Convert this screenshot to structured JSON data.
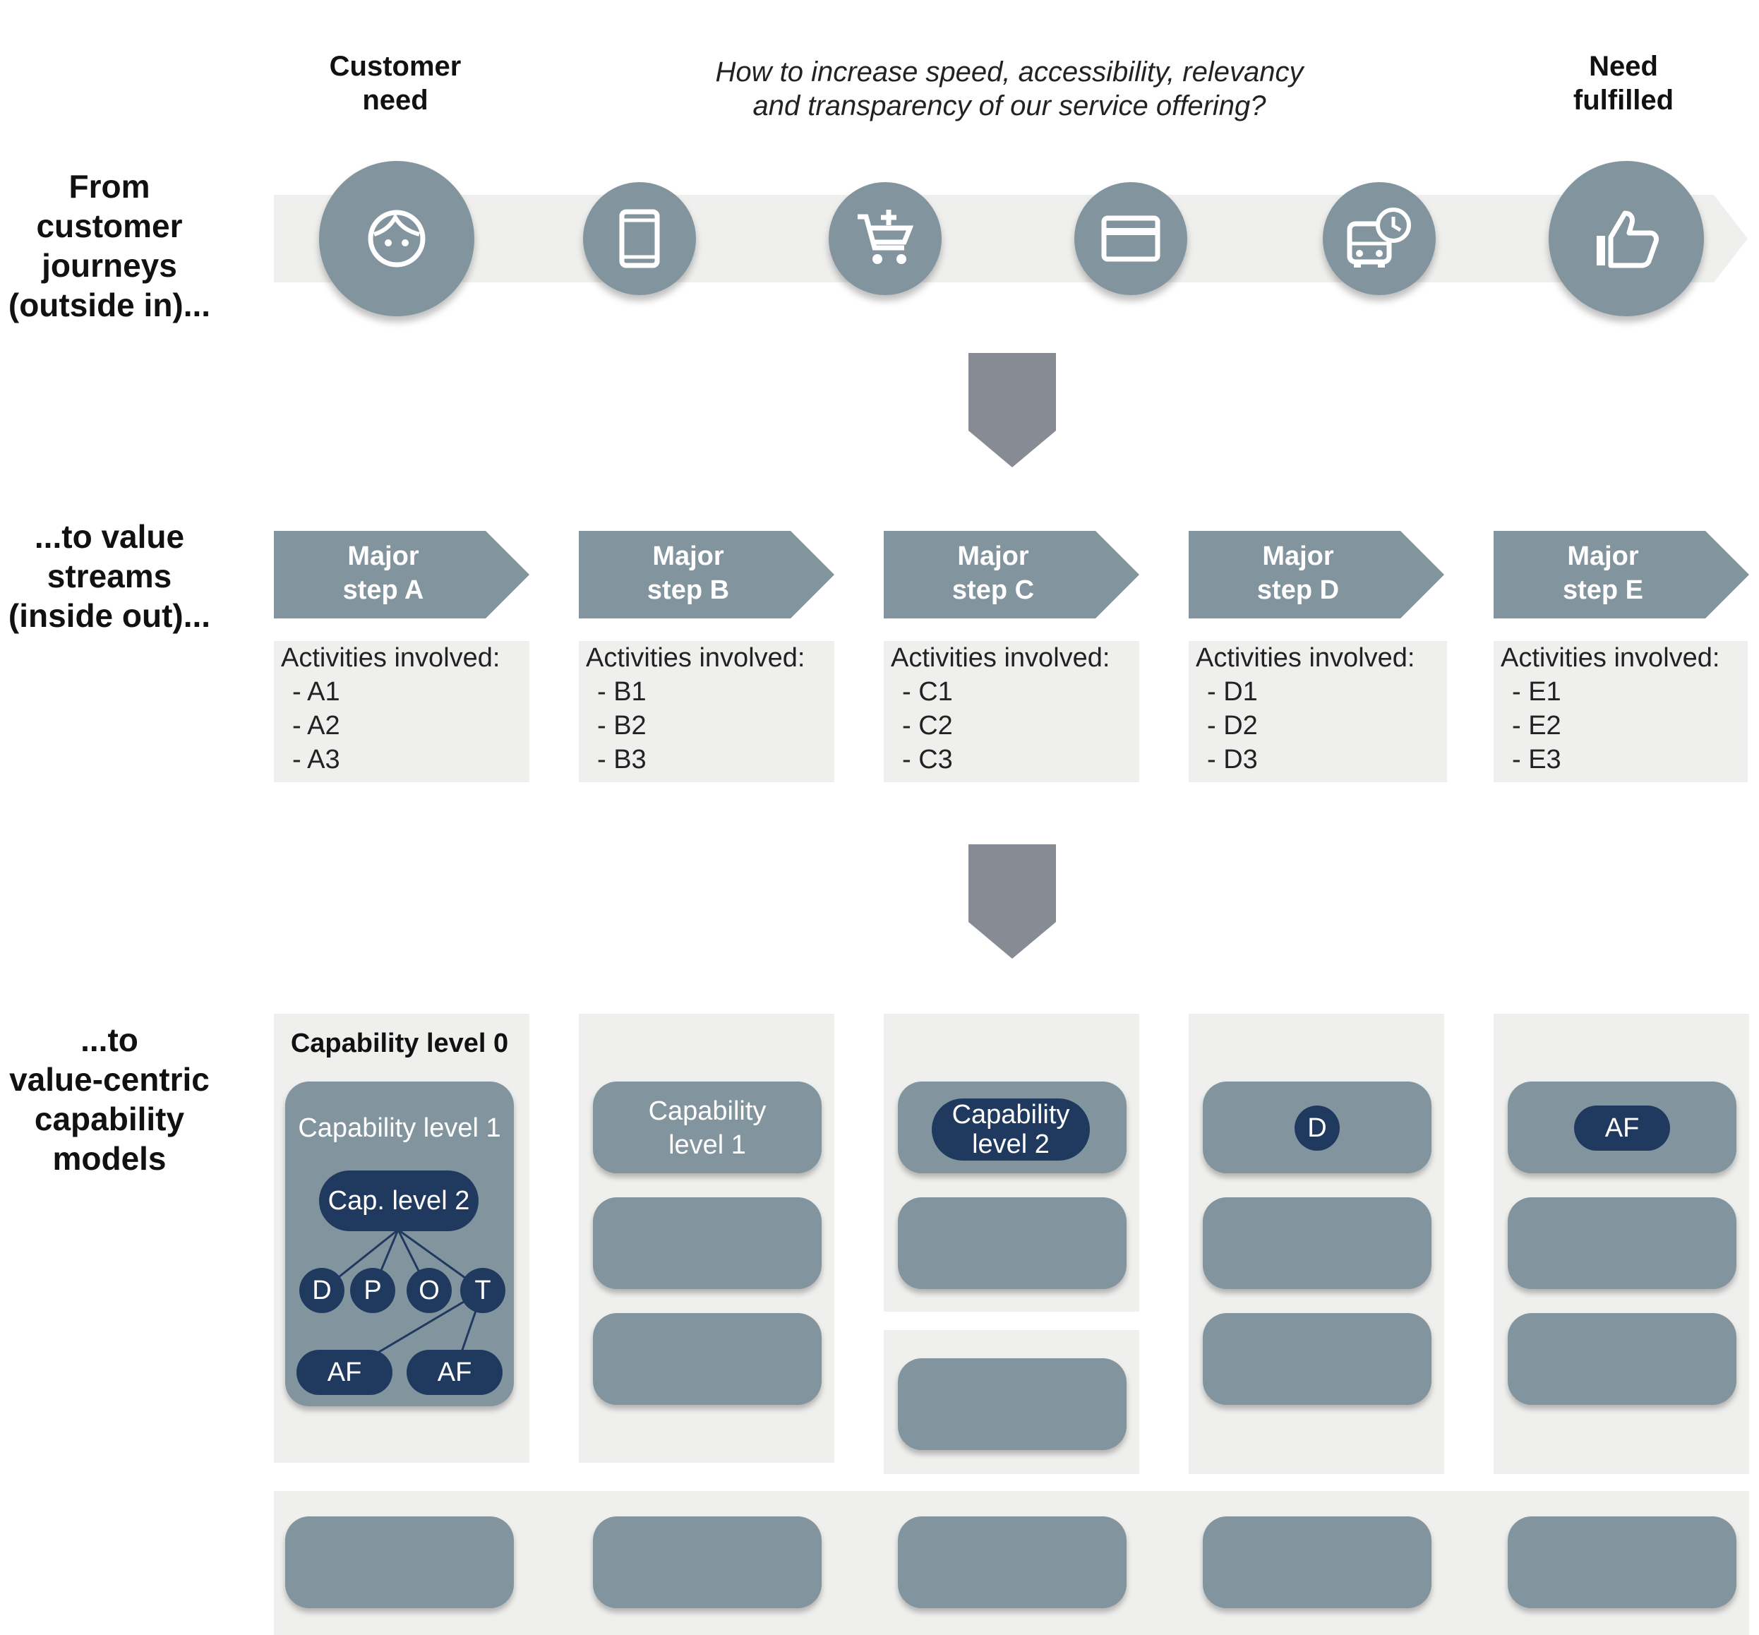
{
  "header": {
    "customer_need": "Customer\nneed",
    "question_line1": "How to increase speed, accessibility, relevancy",
    "question_line2": "and transparency of our service offering?",
    "need_fulfilled": "Need\nfulfilled"
  },
  "row_labels": {
    "journeys": "From\ncustomer\njourneys\n(outside in)...",
    "value_streams": "...to value\nstreams\n(inside out)...",
    "capability_models": "...to\nvalue-centric\ncapability\nmodels"
  },
  "journey_icons": [
    "face-icon",
    "smartphone-icon",
    "add-to-cart-icon",
    "credit-card-icon",
    "delivery-truck-clock-icon",
    "thumbs-up-icon"
  ],
  "steps": [
    {
      "line1": "Major",
      "line2": "step A",
      "activities_title": "Activities involved:",
      "items": [
        "- A1",
        "- A2",
        "- A3"
      ]
    },
    {
      "line1": "Major",
      "line2": "step B",
      "activities_title": "Activities involved:",
      "items": [
        "- B1",
        "- B2",
        "- B3"
      ]
    },
    {
      "line1": "Major",
      "line2": "step C",
      "activities_title": "Activities involved:",
      "items": [
        "- C1",
        "- C2",
        "- C3"
      ]
    },
    {
      "line1": "Major",
      "line2": "step D",
      "activities_title": "Activities involved:",
      "items": [
        "- D1",
        "- D2",
        "- D3"
      ]
    },
    {
      "line1": "Major",
      "line2": "step E",
      "activities_title": "Activities involved:",
      "items": [
        "- E1",
        "- E2",
        "- E3"
      ]
    }
  ],
  "capabilities": {
    "level0": "Capability level 0",
    "level1_a": "Capability level 1",
    "level2_a": "Cap. level 2",
    "dpot": [
      "D",
      "P",
      "O",
      "T"
    ],
    "af_a": [
      "AF",
      "AF"
    ],
    "level1_b_line1": "Capability",
    "level1_b_line2": "level 1",
    "level2_c_line1": "Capability",
    "level2_c_line2": "level 2",
    "d_label": "D",
    "af_e": "AF"
  },
  "colors": {
    "pill": "#82959f",
    "dark_node": "#203a5f",
    "panel": "#eff0ee",
    "arrow": "#878b93"
  }
}
